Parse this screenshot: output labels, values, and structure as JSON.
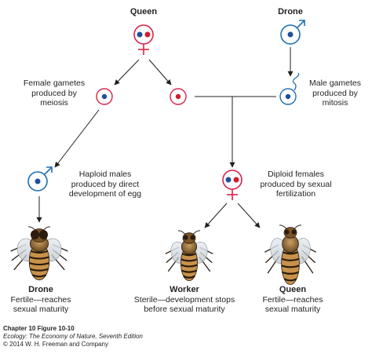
{
  "colors": {
    "female_ring": "#d9234a",
    "male_ring": "#1f6fb5",
    "red_nucleus": "#d01c2a",
    "blue_nucleus": "#1d4f9c",
    "arrow": "#231f20",
    "text": "#231f20"
  },
  "labels": {
    "queen_top": "Queen",
    "drone_top": "Drone",
    "female_gametes": [
      "Female gametes",
      "produced by",
      "meiosis"
    ],
    "male_gametes": [
      "Male gametes",
      "produced by",
      "mitosis"
    ],
    "haploid_males": [
      "Haploid males",
      "produced by direct",
      "development of egg"
    ],
    "diploid_females": [
      "Diploid females",
      "produced by sexual",
      "fertilization"
    ]
  },
  "outcomes": [
    {
      "title": "Drone",
      "desc": [
        "Fertile—reaches",
        "sexual maturity"
      ]
    },
    {
      "title": "Worker",
      "desc": [
        "Sterile—development stops",
        "before sexual maturity"
      ]
    },
    {
      "title": "Queen",
      "desc": [
        "Fertile—reaches",
        "sexual maturity"
      ]
    }
  ],
  "caption": {
    "line1": "Chapter 10 Figure 10-10",
    "line2": "Ecology: The Economy of Nature, Seventh Edition",
    "line3": "© 2014 W. H. Freeman and Company"
  },
  "icons": [
    "female-symbol-icon",
    "male-symbol-icon",
    "honeybee-icon"
  ]
}
